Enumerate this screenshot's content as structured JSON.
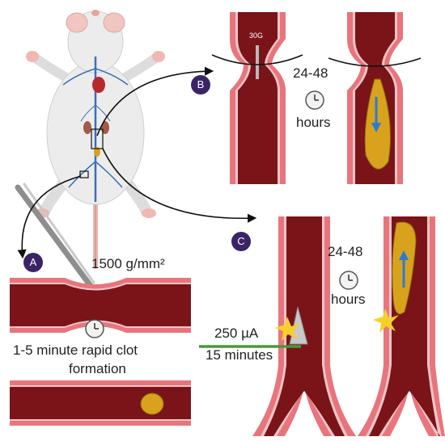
{
  "panels": {
    "a": {
      "badge": "A",
      "pressure": "1500 g/mm²",
      "duration": "1-5 minute rapid clot",
      "duration_line2": "formation"
    },
    "b": {
      "badge": "B",
      "needle_gauge": "30G",
      "time": "24-48",
      "time_unit": "hours"
    },
    "c": {
      "badge": "C",
      "time": "24-48",
      "time_unit": "hours",
      "current": "250 µA",
      "current_duration": "15 minutes"
    }
  },
  "colors": {
    "vessel_wall": "#e8757c",
    "vessel_lumen": "#7a1418",
    "clot": "#d8a21d",
    "flow_arrow": "#2a7bd6",
    "electrode_wire": "#4a9a3a",
    "badge": "#3a2466"
  },
  "icons": [
    "clock-icon",
    "flow-arrow-icon",
    "spark-icon",
    "forceps-icon",
    "needle-icon"
  ]
}
